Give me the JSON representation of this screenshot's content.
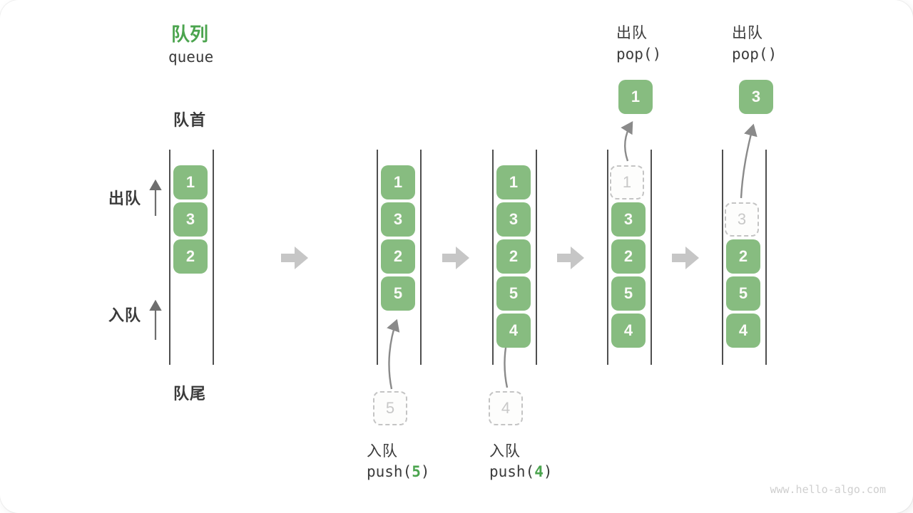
{
  "title": {
    "zh": "队列",
    "en": "queue"
  },
  "side": {
    "front": "队首",
    "rear": "队尾",
    "dequeue": "出队",
    "enqueue": "入队"
  },
  "columns": [
    {
      "boxes": [
        "1",
        "3",
        "2"
      ]
    },
    {
      "boxes": [
        "1",
        "3",
        "2",
        "5"
      ],
      "staged": "5",
      "op": {
        "label": "入队",
        "pre": "push(",
        "arg": "5",
        "post": ")"
      }
    },
    {
      "boxes": [
        "1",
        "3",
        "2",
        "5",
        "4"
      ],
      "staged": "4",
      "op": {
        "label": "入队",
        "pre": "push(",
        "arg": "4",
        "post": ")"
      }
    },
    {
      "ghost": "1",
      "boxes": [
        "3",
        "2",
        "5",
        "4"
      ],
      "popped": "1",
      "op": {
        "label": "出队",
        "code": "pop()"
      }
    },
    {
      "ghost": "3",
      "boxes": [
        "2",
        "5",
        "4"
      ],
      "popped": "3",
      "op": {
        "label": "出队",
        "code": "pop()"
      }
    }
  ],
  "watermark": "www.hello-algo.com",
  "colors": {
    "box_green": "#87BC80",
    "title_green": "#4BA44E",
    "text_dark": "#3B3B3B",
    "line_gray": "#4F4F4F",
    "thin_arrow_gray": "#8A8A8A",
    "block_arrow_gray": "#C6C6C6",
    "ghost_gray": "#C8C8C8",
    "watermark_gray": "#CFCFCF"
  }
}
